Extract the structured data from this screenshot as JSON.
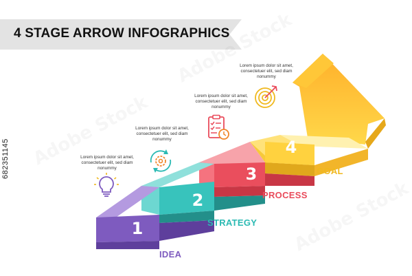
{
  "title": "4 STAGE ARROW INFOGRAPHICS",
  "side_code": "682351145",
  "watermark": "Adobe Stock",
  "colors": {
    "idea": "#7e5bbf",
    "strategy": "#2bbab3",
    "process": "#e94b5b",
    "goal": "#f4c534",
    "banner": "#e3e3e3"
  },
  "steps": [
    {
      "number": "1",
      "label": "IDEA",
      "icon": "lightbulb-icon",
      "desc": [
        "Lorem ipsum dolor sit amet,",
        "consectetuer elit, sed diam",
        "nonummy"
      ]
    },
    {
      "number": "2",
      "label": "STRATEGY",
      "icon": "gear-cycle-icon",
      "desc": [
        "Lorem ipsum dolor sit amet,",
        "consectetuer elit, sed diam",
        "nonummy"
      ]
    },
    {
      "number": "3",
      "label": "PROCESS",
      "icon": "checklist-clock-icon",
      "desc": [
        "Lorem ipsum dolor sit amet,",
        "consectetuer elit, sed diam",
        "nonummy"
      ]
    },
    {
      "number": "4",
      "label": "GOAL",
      "icon": "target-arrow-icon",
      "desc": [
        "Lorem ipsum dolor sit amet,",
        "consectetuer elit, sed diam",
        "nonummy"
      ]
    }
  ]
}
